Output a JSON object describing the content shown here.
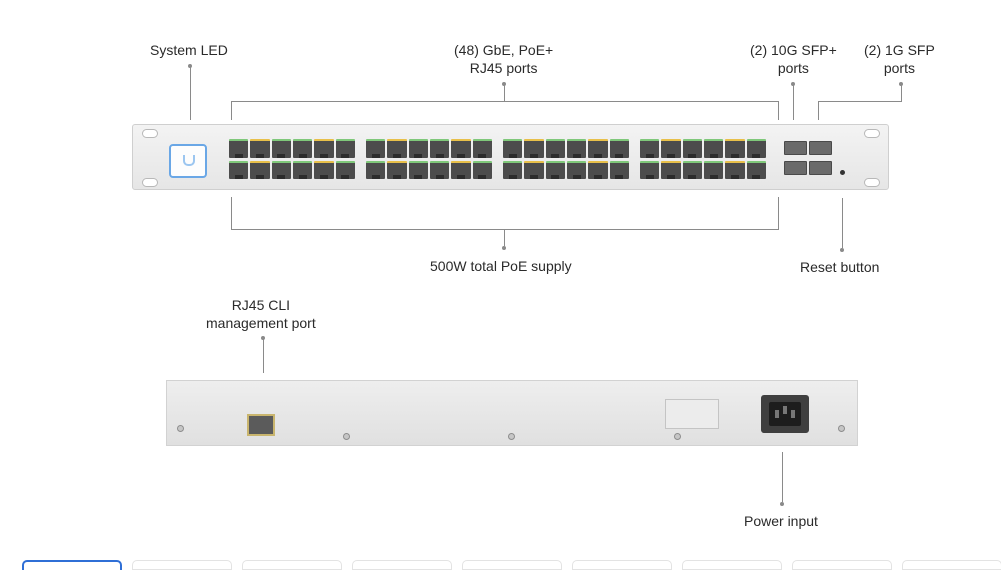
{
  "labels": {
    "system_led": "System LED",
    "gbe_poe_line1": "(48) GbE, PoE+",
    "gbe_poe_line2": "RJ45 ports",
    "sfp_plus_line1": "(2) 10G SFP+",
    "sfp_plus_line2": "ports",
    "sfp_line1": "(2) 1G SFP",
    "sfp_line2": "ports",
    "poe_supply": "500W total PoE supply",
    "reset_button": "Reset button",
    "cli_line1": "RJ45 CLI",
    "cli_line2": "management port",
    "power_input": "Power input"
  },
  "tabs": [
    {
      "active": true
    },
    {
      "active": false
    },
    {
      "active": false
    },
    {
      "active": false
    },
    {
      "active": false
    },
    {
      "active": false
    },
    {
      "active": false
    },
    {
      "active": false
    },
    {
      "active": false
    }
  ],
  "colors": {
    "led_accent": "#6aa7e6",
    "tab_active": "#2f6fd6",
    "line": "#8a8a8a"
  }
}
